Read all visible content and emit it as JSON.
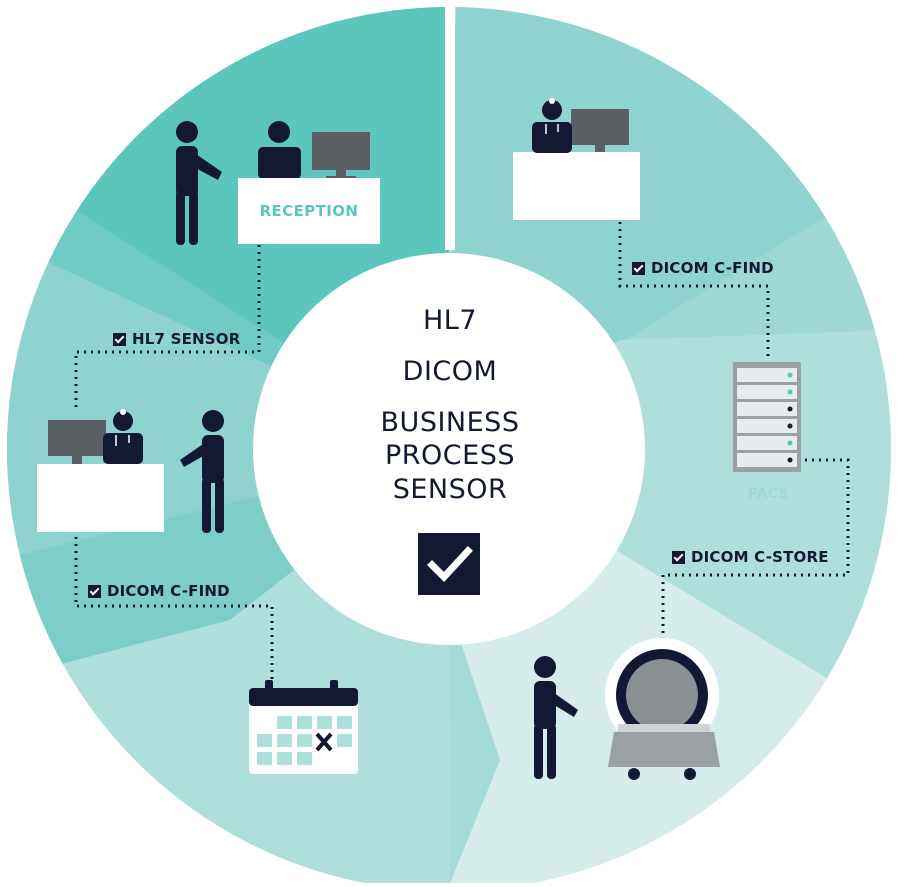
{
  "center": {
    "line1": "HL7",
    "line2": "DICOM",
    "line3": "BUSINESS",
    "line4": "PROCESS",
    "line5": "SENSOR"
  },
  "labels": {
    "reception": "RECEPTION",
    "pacs": "PACS",
    "hl7_sensor": "HL7 SENSOR",
    "dicom_cfind_top": "DICOM C-FIND",
    "dicom_cfind_left": "DICOM C-FIND",
    "dicom_cstore": "DICOM C-STORE"
  },
  "icons": {
    "center": "checkmark-icon",
    "badge": "checkbox-icon",
    "calendar": "calendar-icon",
    "scanner": "mri-scanner-icon",
    "server": "pacs-server-icon",
    "monitor": "monitor-icon",
    "doctor": "doctor-icon",
    "person": "person-icon"
  },
  "colors": {
    "navy": "#131933",
    "teal_dark": "#5cc6bd",
    "teal_mid": "#8ed3cd",
    "teal_light": "#afdfdb",
    "teal_pale": "#d6ecea"
  }
}
